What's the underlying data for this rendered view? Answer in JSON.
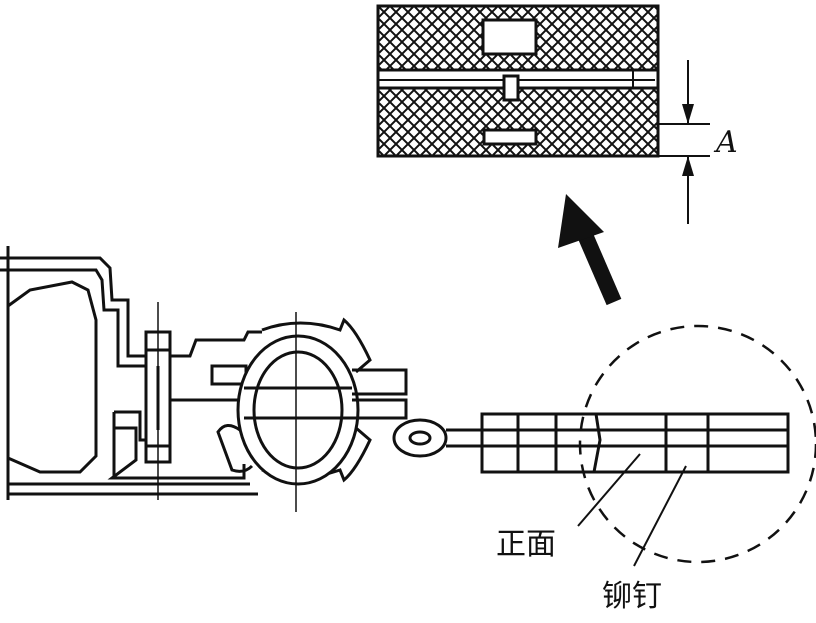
{
  "labels": {
    "front_face": "正面",
    "rivet": "铆钉",
    "dimension": "A"
  },
  "colors": {
    "ink": "#111111",
    "background": "#ffffff"
  }
}
